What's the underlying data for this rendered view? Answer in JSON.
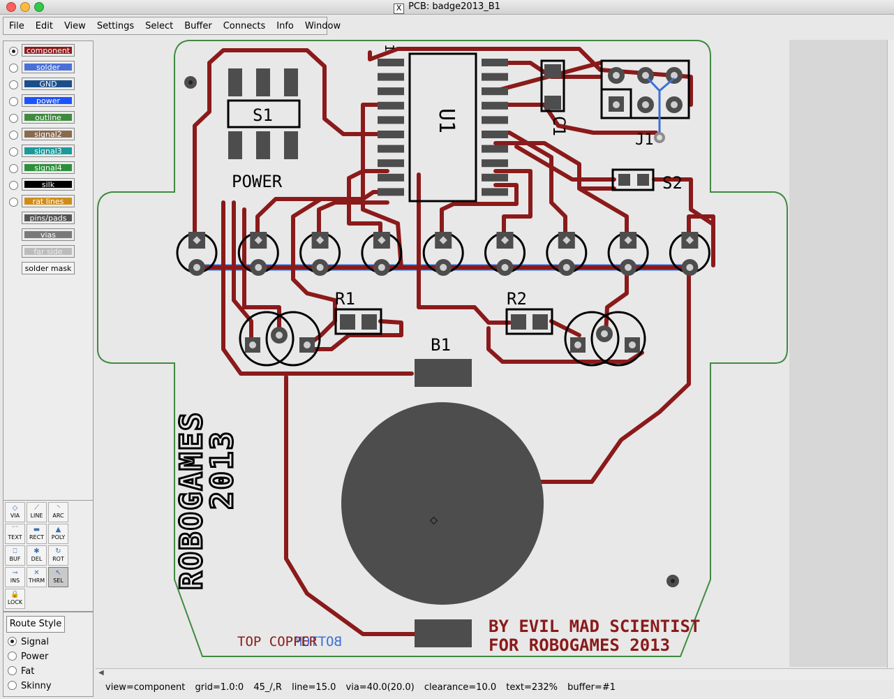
{
  "window": {
    "title": "PCB:  badge2013_B1"
  },
  "menu": [
    "File",
    "Edit",
    "View",
    "Settings",
    "Select",
    "Buffer",
    "Connects",
    "Info",
    "Window"
  ],
  "layers": [
    {
      "label": "component",
      "color": "#8e1b1b",
      "text": "#ffffff",
      "radio": true,
      "selected": true
    },
    {
      "label": "solder",
      "color": "#4a6fd6",
      "text": "#ffffff",
      "radio": true,
      "selected": false
    },
    {
      "label": "GND",
      "color": "#1c4e8a",
      "text": "#ffffff",
      "radio": true,
      "selected": false
    },
    {
      "label": "power",
      "color": "#1d53ff",
      "text": "#ffffff",
      "radio": true,
      "selected": false
    },
    {
      "label": "outline",
      "color": "#3f8a3f",
      "text": "#ffffff",
      "radio": true,
      "selected": false
    },
    {
      "label": "signal2",
      "color": "#8a6a4f",
      "text": "#ffffff",
      "radio": true,
      "selected": false
    },
    {
      "label": "signal3",
      "color": "#1a9a9a",
      "text": "#ffffff",
      "radio": true,
      "selected": false
    },
    {
      "label": "signal4",
      "color": "#2e8f3a",
      "text": "#ffffff",
      "radio": true,
      "selected": false
    },
    {
      "label": "silk",
      "color": "#000000",
      "text": "#ffffff",
      "radio": true,
      "selected": false
    },
    {
      "label": "rat lines",
      "color": "#d08c1a",
      "text": "#ffffff",
      "radio": true,
      "selected": false
    },
    {
      "label": "pins/pads",
      "color": "#555555",
      "text": "#ffffff",
      "radio": false,
      "selected": false
    },
    {
      "label": "vias",
      "color": "#7a7a7a",
      "text": "#ffffff",
      "radio": false,
      "selected": false
    },
    {
      "label": "far side",
      "color": "#bcbcbc",
      "text": "#ececec",
      "radio": false,
      "selected": false
    },
    {
      "label": "solder mask",
      "color": "#f4f4f4",
      "text": "#000000",
      "radio": false,
      "selected": false
    }
  ],
  "tools": [
    {
      "label": "VIA",
      "icon": "◇",
      "selected": false
    },
    {
      "label": "LINE",
      "icon": "⟋",
      "selected": false
    },
    {
      "label": "ARC",
      "icon": "◝",
      "selected": false
    },
    {
      "label": "TEXT",
      "icon": "¨¨",
      "selected": false
    },
    {
      "label": "RECT",
      "icon": "▬",
      "selected": false
    },
    {
      "label": "POLY",
      "icon": "▲",
      "selected": false
    },
    {
      "label": "BUF",
      "icon": "⎕",
      "selected": false
    },
    {
      "label": "DEL",
      "icon": "✱",
      "selected": false
    },
    {
      "label": "ROT",
      "icon": "↻",
      "selected": false
    },
    {
      "label": "INS",
      "icon": "⊸",
      "selected": false
    },
    {
      "label": "THRM",
      "icon": "✕",
      "selected": false
    },
    {
      "label": "SEL",
      "icon": "↖",
      "selected": true
    },
    {
      "label": "LOCK",
      "icon": "🔒",
      "selected": false
    }
  ],
  "route": {
    "button": "Route Style",
    "options": [
      {
        "label": "Signal",
        "selected": true
      },
      {
        "label": "Power",
        "selected": false
      },
      {
        "label": "Fat",
        "selected": false
      },
      {
        "label": "Skinny",
        "selected": false
      }
    ]
  },
  "board": {
    "labels": {
      "s1": "S1",
      "power": "POWER",
      "u1": "U1",
      "c1": "C1",
      "j1": "J1",
      "s2": "S2",
      "r1": "R1",
      "r2": "R2",
      "b1": "B1",
      "pin1": "1",
      "credit1": "BY EVIL MAD SCIENTIST",
      "credit2": "FOR ROBOGAMES 2013",
      "topcopper": "TOP COPPER",
      "bottom": "BOTTOM",
      "robogames": "ROBOGAMES",
      "year": "2013"
    },
    "colors": {
      "trace": "#8b1a1a",
      "pad": "#4d4d4d",
      "outline": "#3f8a3f",
      "solder": "#3d6fd8",
      "silk": "#000000",
      "board_bg": "#e8e8e8"
    }
  },
  "status": {
    "view": "view=component",
    "grid": "grid=1.0:0",
    "mode": "45_/,R",
    "line": "line=15.0",
    "via": "via=40.0(20.0)",
    "clearance": "clearance=10.0",
    "text": "text=232%",
    "buffer": "buffer=#1"
  }
}
